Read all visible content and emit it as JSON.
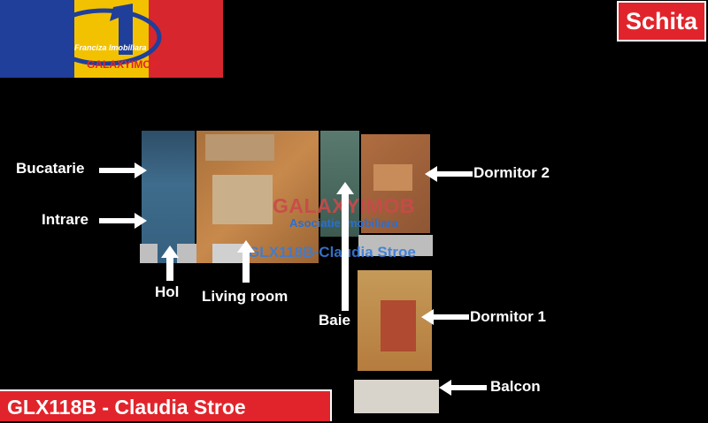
{
  "logo": {
    "line1": "Franciza Imobiliara",
    "line2": "GALAXYIMOB",
    "colors": {
      "blue": "#1f3f9a",
      "yellow": "#f2c200",
      "red": "#d7262e"
    }
  },
  "header": {
    "title": "Schita"
  },
  "watermark": {
    "brand": "GALAXYIMOB",
    "subtitle": "Asociatie Imobiliara",
    "code": "GLX118B-Claudia Stroe"
  },
  "rooms": {
    "bucatarie": "Bucatarie",
    "intrare": "Intrare",
    "hol": "Hol",
    "living": "Living room",
    "baie": "Baie",
    "dormitor2": "Dormitor 2",
    "dormitor1": "Dormitor 1",
    "balcon": "Balcon"
  },
  "footer": {
    "label": "GLX118B - Claudia Stroe"
  }
}
